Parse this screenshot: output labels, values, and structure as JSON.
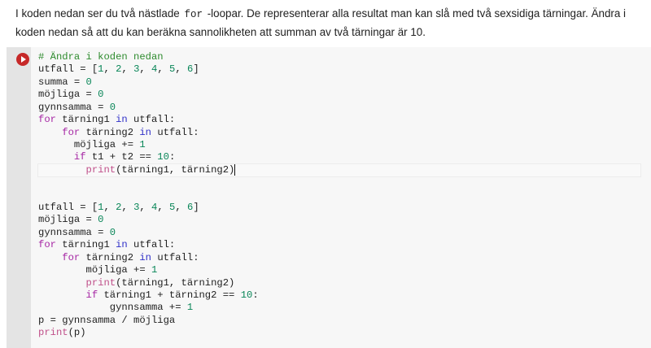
{
  "intro": {
    "before": "I koden nedan ser du två nästlade ",
    "code": "for",
    "after": " -loopar. De representerar alla resultat man kan slå med två sexsidiga tärningar. Ändra i koden nedan så att du kan beräkna sannolikheten att summan av två tärningar är 10."
  },
  "cell": {
    "run_icon": "play-circle-icon",
    "current_line": 9,
    "lines": [
      [
        [
          "# Ändra i koden nedan",
          "cm"
        ]
      ],
      [
        [
          "utfall = [",
          ""
        ],
        [
          "1",
          "num"
        ],
        [
          ", ",
          ""
        ],
        [
          "2",
          "num"
        ],
        [
          ", ",
          ""
        ],
        [
          "3",
          "num"
        ],
        [
          ", ",
          ""
        ],
        [
          "4",
          "num"
        ],
        [
          ", ",
          ""
        ],
        [
          "5",
          "num"
        ],
        [
          ", ",
          ""
        ],
        [
          "6",
          "num"
        ],
        [
          "]",
          ""
        ]
      ],
      [
        [
          "summa = ",
          ""
        ],
        [
          "0",
          "num"
        ]
      ],
      [
        [
          "möjliga = ",
          ""
        ],
        [
          "0",
          "num"
        ]
      ],
      [
        [
          "gynnsamma = ",
          ""
        ],
        [
          "0",
          "num"
        ]
      ],
      [
        [
          "for",
          "kw"
        ],
        [
          " tärning1 ",
          ""
        ],
        [
          "in",
          "in"
        ],
        [
          " utfall:",
          ""
        ]
      ],
      [
        [
          "    ",
          ""
        ],
        [
          "for",
          "kw"
        ],
        [
          " tärning2 ",
          ""
        ],
        [
          "in",
          "in"
        ],
        [
          " utfall:",
          ""
        ]
      ],
      [
        [
          "      möjliga += ",
          ""
        ],
        [
          "1",
          "num"
        ]
      ],
      [
        [
          "      ",
          ""
        ],
        [
          "if",
          "kw"
        ],
        [
          " t1 + t2 == ",
          ""
        ],
        [
          "10",
          "num"
        ],
        [
          ":",
          ""
        ]
      ],
      [
        [
          "        ",
          ""
        ],
        [
          "print",
          "fn"
        ],
        [
          "(tärning1, tärning2)",
          "caret"
        ]
      ],
      [],
      [],
      [
        [
          "utfall = [",
          ""
        ],
        [
          "1",
          "num"
        ],
        [
          ", ",
          ""
        ],
        [
          "2",
          "num"
        ],
        [
          ", ",
          ""
        ],
        [
          "3",
          "num"
        ],
        [
          ", ",
          ""
        ],
        [
          "4",
          "num"
        ],
        [
          ", ",
          ""
        ],
        [
          "5",
          "num"
        ],
        [
          ", ",
          ""
        ],
        [
          "6",
          "num"
        ],
        [
          "]",
          ""
        ]
      ],
      [
        [
          "möjliga = ",
          ""
        ],
        [
          "0",
          "num"
        ]
      ],
      [
        [
          "gynnsamma = ",
          ""
        ],
        [
          "0",
          "num"
        ]
      ],
      [
        [
          "for",
          "kw"
        ],
        [
          " tärning1 ",
          ""
        ],
        [
          "in",
          "in"
        ],
        [
          " utfall:",
          ""
        ]
      ],
      [
        [
          "    ",
          ""
        ],
        [
          "for",
          "kw"
        ],
        [
          " tärning2 ",
          ""
        ],
        [
          "in",
          "in"
        ],
        [
          " utfall:",
          ""
        ]
      ],
      [
        [
          "        möjliga += ",
          ""
        ],
        [
          "1",
          "num"
        ]
      ],
      [
        [
          "        ",
          ""
        ],
        [
          "print",
          "fn"
        ],
        [
          "(tärning1, tärning2)",
          ""
        ]
      ],
      [
        [
          "        ",
          ""
        ],
        [
          "if",
          "kw"
        ],
        [
          " tärning1 + tärning2 == ",
          ""
        ],
        [
          "10",
          "num"
        ],
        [
          ":",
          ""
        ]
      ],
      [
        [
          "            gynnsamma += ",
          ""
        ],
        [
          "1",
          "num"
        ]
      ],
      [
        [
          "p = gynnsamma / möjliga",
          ""
        ]
      ],
      [
        [
          "print",
          "fn"
        ],
        [
          "(p)",
          ""
        ]
      ]
    ]
  }
}
